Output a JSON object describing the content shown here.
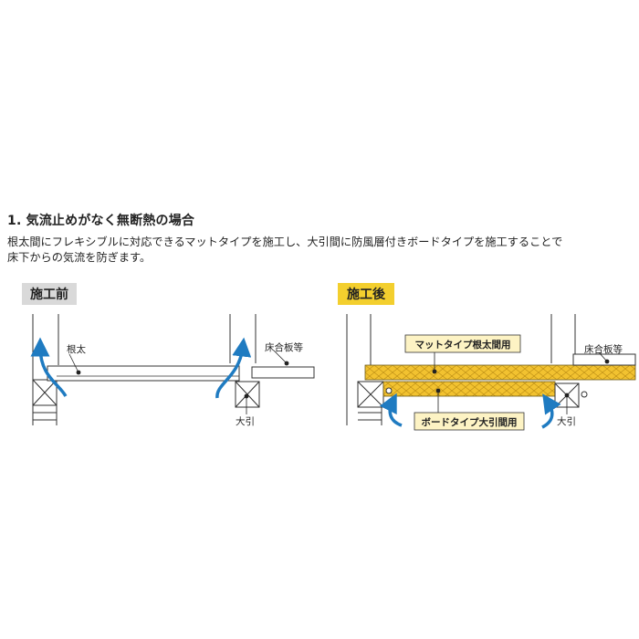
{
  "heading": "1. 気流止めがなく無断熱の場合",
  "description": {
    "line1": "根太間にフレキシブルに対応できるマットタイプを施工し、大引間に防風層付きボードタイプを施工することで",
    "line2": "床下からの気流を防ぎます。"
  },
  "before": {
    "title": "施工前",
    "label_joist": "根太",
    "label_floorboard": "床合板等",
    "label_sleeper": "大引"
  },
  "after": {
    "title": "施工後",
    "label_mat": "マットタイプ根太間用",
    "label_board": "ボードタイプ大引間用",
    "label_floorboard": "床合板等",
    "label_sleeper": "大引"
  },
  "colors": {
    "title_before_bg": "#d9d9d9",
    "title_after_bg": "#f3cf2e",
    "insulation": "#f2c230",
    "arrow": "#1f7bc1",
    "callout_bg": "#fdf3c4"
  }
}
